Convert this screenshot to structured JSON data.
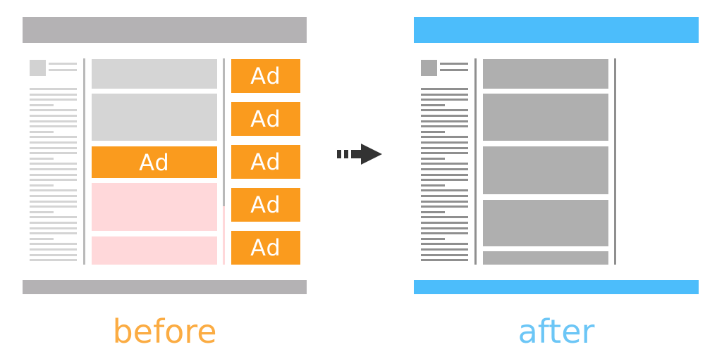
{
  "before": {
    "caption": "before",
    "ads": [
      "Ad",
      "Ad",
      "Ad",
      "Ad",
      "Ad",
      "Ad"
    ]
  },
  "after": {
    "caption": "after"
  },
  "arrow": {
    "icon": "arrow-right-icon"
  },
  "colors": {
    "ad_orange": "#fa9b1e",
    "before_caption": "#fbac43",
    "after_bar_blue": "#4cbdfb",
    "after_caption": "#6cc6f6",
    "header_gray": "#b4b2b4",
    "pink_placeholder": "#ffd8da"
  }
}
